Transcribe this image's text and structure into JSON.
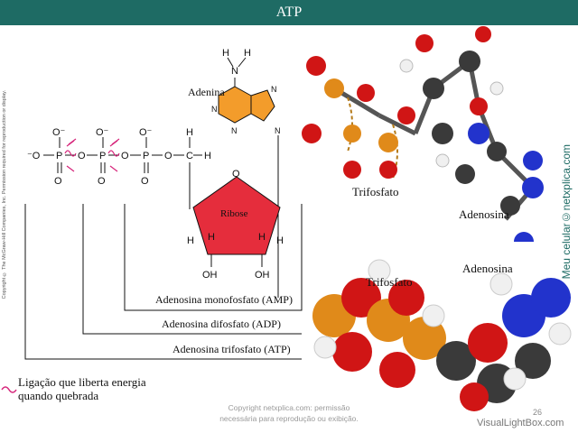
{
  "header": {
    "title": "ATP"
  },
  "labels": {
    "adenina": "Adenina",
    "ribose": "Ribose",
    "trifosfato_top": "Trifosfato",
    "adenosina_top": "Adenosina",
    "trifosfato_bottom": "Trifosfato",
    "adenosina_bottom": "Adenosina"
  },
  "brackets": {
    "amp": "Adenosina monofosfato (AMP)",
    "adp": "Adenosina difosfato (ADP)",
    "atp": "Adenosina trifosfato (ATP)"
  },
  "legend": {
    "line1": "Ligação que liberta energia",
    "line2": "quando quebrada"
  },
  "side_text": {
    "left": "Copyright © The McGraw-Hill Companies, Inc. Permission required for reproduction or display.",
    "right": "Meu celular©netxplica.com"
  },
  "copyright": {
    "line1": "Copyright netxplica.com: permissão",
    "line2": "necessária para reprodução ou exibição."
  },
  "page_number": "26",
  "watermark": "VisualLightBox.com",
  "formula": {
    "O": "O",
    "O_minus": "O⁻",
    "minus_O": "⁻O",
    "P": "P",
    "C": "C",
    "H": "H",
    "N": "N",
    "OH": "OH"
  },
  "colors": {
    "title_bar": "#1e6b64",
    "adenine": "#f39c2b",
    "ribose": "#e52d3c",
    "bond_highlight": "#d6247a",
    "oxygen": "#d01515",
    "phosphorus": "#e08a1a",
    "nitrogen": "#2233cc",
    "carbon": "#3a3a3a",
    "hydrogen": "#f0f0f0"
  }
}
